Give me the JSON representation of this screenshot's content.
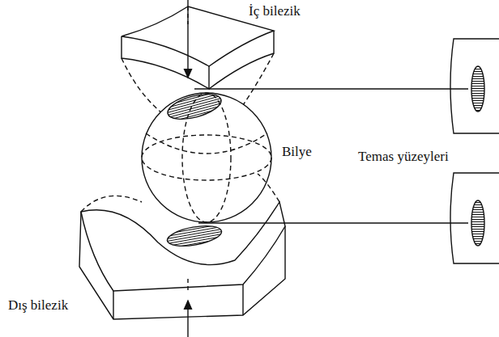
{
  "diagram": {
    "labels": [
      "İç bilezik",
      "Bilye",
      "Temas yüzeyleri",
      "Dış bilezik"
    ]
  }
}
